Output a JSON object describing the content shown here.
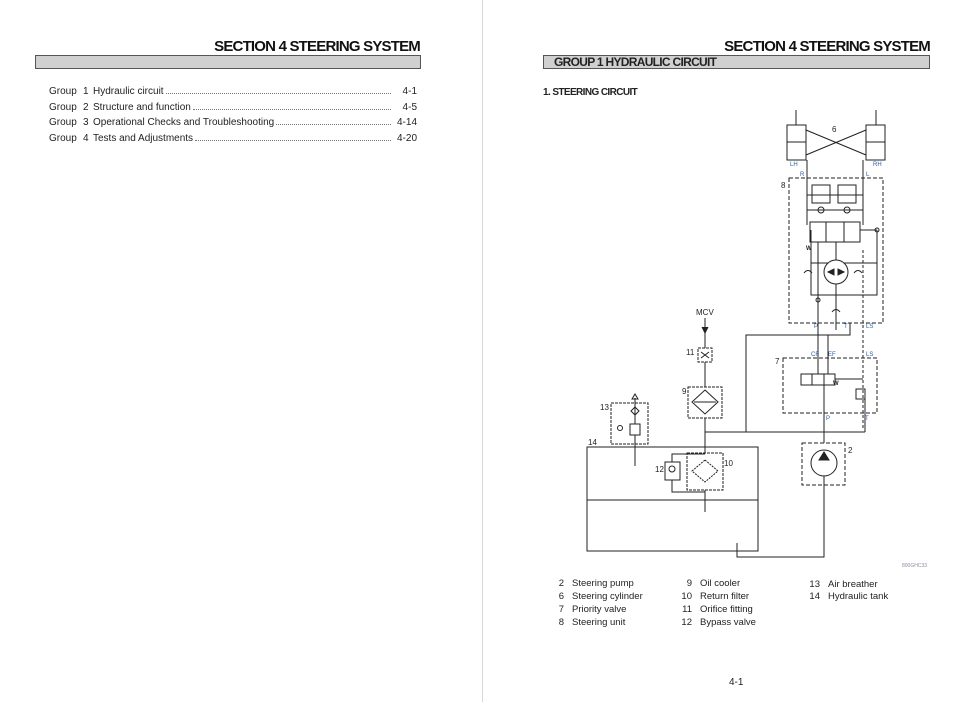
{
  "left_page": {
    "section_title": "SECTION  4  STEERING SYSTEM",
    "toc": [
      {
        "group": "Group",
        "num": "1",
        "title": "Hydraulic circuit",
        "page": "4-1"
      },
      {
        "group": "Group",
        "num": "2",
        "title": "Structure and function",
        "page": "4-5"
      },
      {
        "group": "Group",
        "num": "3",
        "title": "Operational Checks and Troubleshooting",
        "page": "4-14"
      },
      {
        "group": "Group",
        "num": "4",
        "title": "Tests and Adjustments",
        "page": "4-20"
      }
    ]
  },
  "right_page": {
    "section_title": "SECTION  4  STEERING SYSTEM",
    "group_title": "GROUP  1  HYDRAULIC CIRCUIT",
    "subtitle": "1. STEERING CIRCUIT",
    "diagram": {
      "labels": {
        "mcv": "MCV",
        "lh": "LH",
        "rh": "RH",
        "r": "R",
        "l": "L",
        "p": "P",
        "t": "T",
        "ls": "LS",
        "cf": "CF",
        "ef": "EF",
        "w": "W",
        "n2": "2",
        "n6": "6",
        "n7": "7",
        "n8": "8",
        "n9": "9",
        "n10": "10",
        "n11": "11",
        "n12": "12",
        "n13": "13",
        "n14": "14"
      },
      "image_code": "800GHC33",
      "port_color": "#2a5ca8"
    },
    "legend": [
      {
        "num": "2",
        "label": "Steering pump"
      },
      {
        "num": "6",
        "label": "Steering cylinder"
      },
      {
        "num": "7",
        "label": "Priority valve"
      },
      {
        "num": "8",
        "label": "Steering unit"
      },
      {
        "num": "9",
        "label": "Oil cooler"
      },
      {
        "num": "10",
        "label": "Return filter"
      },
      {
        "num": "11",
        "label": "Orifice fitting"
      },
      {
        "num": "12",
        "label": "Bypass valve"
      },
      {
        "num": "13",
        "label": "Air breather"
      },
      {
        "num": "14",
        "label": "Hydraulic tank"
      }
    ],
    "page_number": "4-1"
  }
}
